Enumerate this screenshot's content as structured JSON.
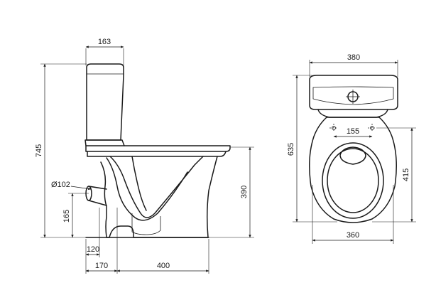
{
  "dimensions": {
    "tank_depth": "163",
    "total_height": "745",
    "outlet_diameter": "Ø102",
    "outlet_height": "165",
    "outlet_offset": "120",
    "rear_offset": "170",
    "base_length": "400",
    "seat_height": "390",
    "tank_width": "380",
    "top_length": "635",
    "bolt_spacing": "155",
    "bolt_to_front": "415",
    "bowl_width": "360"
  },
  "colors": {
    "line": "#1a1a1a",
    "background": "#ffffff"
  }
}
